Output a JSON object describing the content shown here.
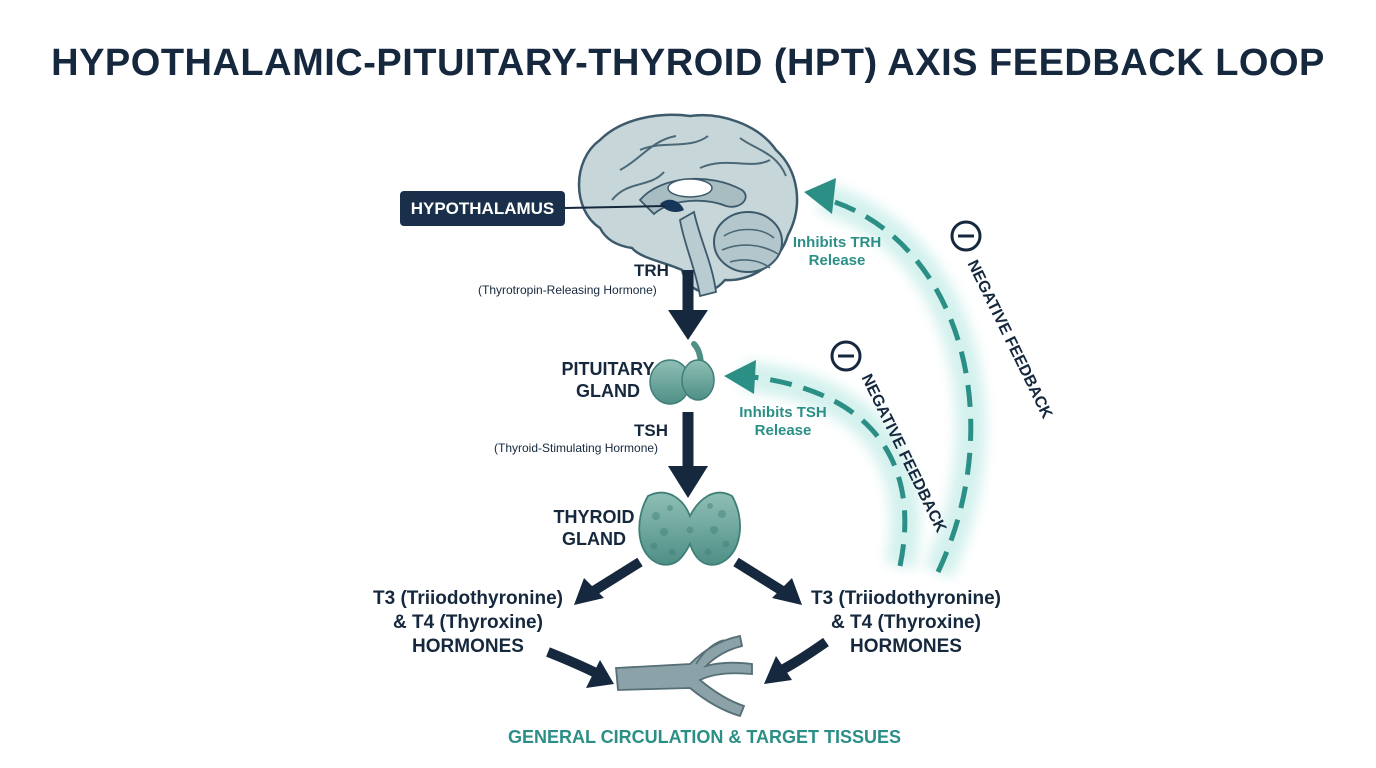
{
  "title": "HYPOTHALAMIC-PITUITARY-THYROID (HPT) AXIS FEEDBACK LOOP",
  "hypothalamus": {
    "label": "HYPOTHALAMUS"
  },
  "trh": {
    "abbr": "TRH",
    "full": "(Thyrotropin-Releasing Hormone)"
  },
  "pituitary": {
    "line1": "PITUITARY",
    "line2": "GLAND"
  },
  "tsh": {
    "abbr": "TSH",
    "full": "(Thyroid-Stimulating Hormone)"
  },
  "thyroid": {
    "line1": "THYROID",
    "line2": "GLAND"
  },
  "hormones_left": {
    "line1": "T3 (Triiodothyronine)",
    "line2": "& T4 (Thyroxine)",
    "line3": "HORMONES"
  },
  "hormones_right": {
    "line1": "T3 (Triiodothyronine)",
    "line2": "& T4 (Thyroxine)",
    "line3": "HORMONES"
  },
  "feedback_outer": {
    "label": "NEGATIVE FEEDBACK",
    "note_line1": "Inhibits TRH",
    "note_line2": "Release",
    "sign": "−"
  },
  "feedback_inner": {
    "label": "NEGATIVE FEEDBACK",
    "note_line1": "Inhibits TSH",
    "note_line2": "Release",
    "sign": "−"
  },
  "footer": "GENERAL CIRCULATION & TARGET TISSUES",
  "colors": {
    "navy": "#15283d",
    "teal": "#2b8f86",
    "brain": "#b9ccd0",
    "gland": "#6fa9a0"
  },
  "icons": [
    "brain-icon",
    "pituitary-gland-icon",
    "thyroid-gland-icon",
    "blood-vessel-icon",
    "minus-circle-icon"
  ]
}
